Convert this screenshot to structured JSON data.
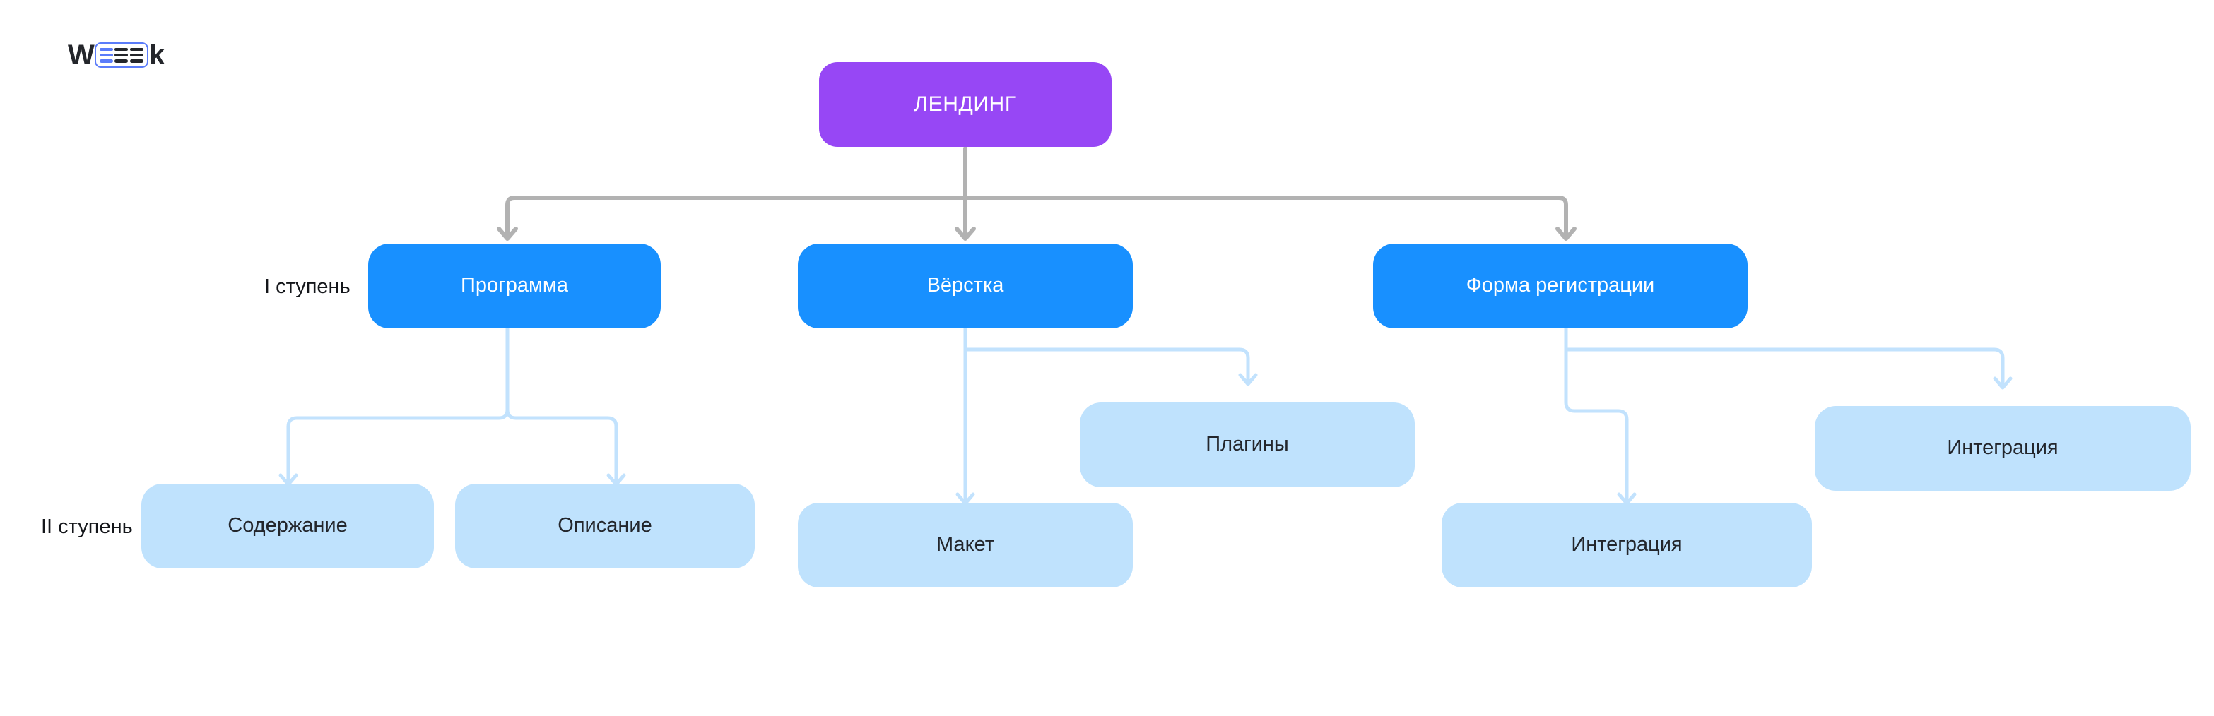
{
  "brand": {
    "name": "WEEEK",
    "letter_first": "W",
    "letter_last": "k",
    "accent_color": "#5b7cfa",
    "dark_color": "#24262b"
  },
  "colors": {
    "background": "#ffffff",
    "root_node": "#9747f5",
    "tier1_node": "#1890ff",
    "tier2_node": "#bfe2fd",
    "tier1_connector": "#b2b2b2",
    "tier2_connector": "#c2e2fd",
    "text_on_dark": "#ffffff",
    "text_on_light": "#23262c",
    "label_text": "#14161a"
  },
  "tier_labels": [
    {
      "id": "tier-1",
      "text": "I ступень"
    },
    {
      "id": "tier-2",
      "text": "II ступень"
    }
  ],
  "diagram": {
    "type": "tree",
    "root": {
      "id": "landing",
      "label": "ЛЕНДИНГ",
      "level": 0
    },
    "nodes": [
      {
        "id": "landing",
        "label": "ЛЕНДИНГ",
        "level": 0,
        "parent": null
      },
      {
        "id": "programma",
        "label": "Программа",
        "level": 1,
        "parent": "landing"
      },
      {
        "id": "verstka",
        "label": "Вёрстка",
        "level": 1,
        "parent": "landing"
      },
      {
        "id": "forma",
        "label": "Форма регистрации",
        "level": 1,
        "parent": "landing"
      },
      {
        "id": "soderzhanie",
        "label": "Содержание",
        "level": 2,
        "parent": "programma"
      },
      {
        "id": "opisanie",
        "label": "Описание",
        "level": 2,
        "parent": "programma"
      },
      {
        "id": "maket",
        "label": "Макет",
        "level": 2,
        "parent": "verstka"
      },
      {
        "id": "plaginy",
        "label": "Плагины",
        "level": 2,
        "parent": "verstka"
      },
      {
        "id": "integraciya-1",
        "label": "Интеграция",
        "level": 2,
        "parent": "forma"
      },
      {
        "id": "integraciya-2",
        "label": "Интеграция",
        "level": 2,
        "parent": "forma"
      }
    ]
  }
}
